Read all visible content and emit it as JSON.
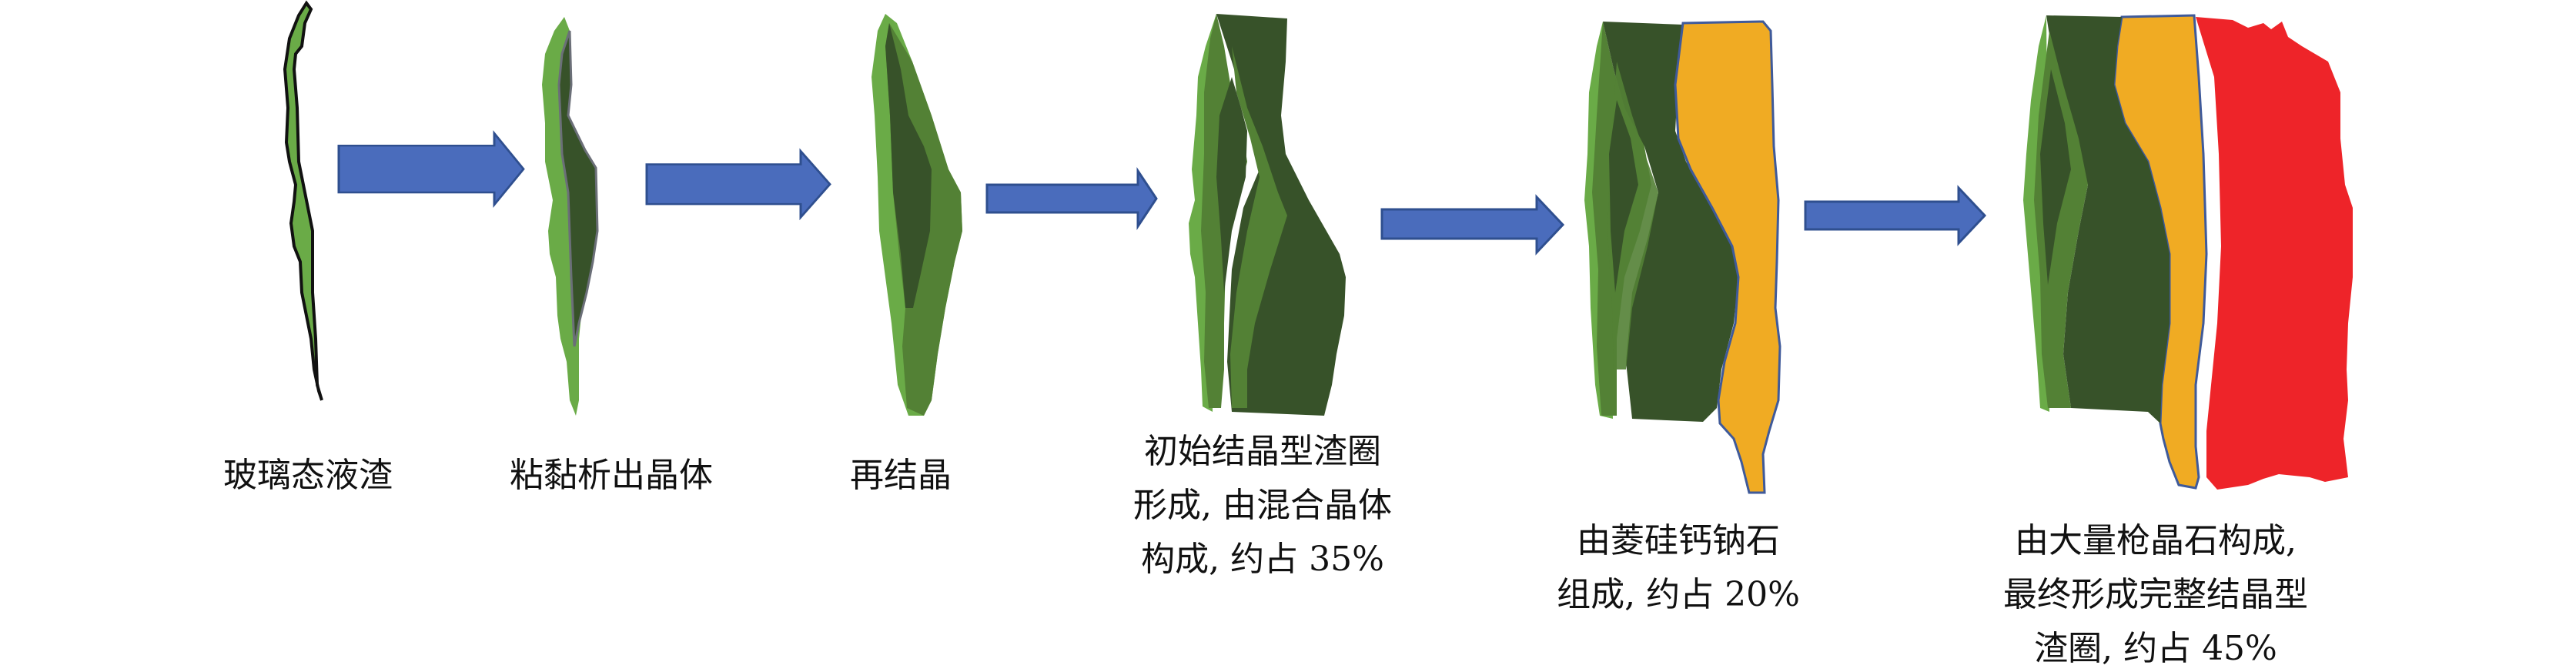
{
  "colors": {
    "glass_green": "#6aab47",
    "mixed_crystal_mid": "#538135",
    "mixed_crystal_dark": "#375229",
    "nepheline_orange": "#f0ab23",
    "leucite_red": "#ee2429",
    "arrow_blue": "#4a6cbc"
  },
  "stages": [
    {
      "lines": [
        "玻璃态液渣"
      ]
    },
    {
      "lines": [
        "粘黏析出晶体"
      ]
    },
    {
      "lines": [
        "再结晶"
      ]
    },
    {
      "lines": [
        "初始结晶型渣圈",
        "形成, 由混合晶体",
        "构成, 约占 35%"
      ]
    },
    {
      "lines": [
        "由菱硅钙钠石",
        "组成, 约占 20%"
      ]
    },
    {
      "lines": [
        "由大量枪晶石构成,",
        "最终形成完整结晶型",
        "渣圈, 约占 45%"
      ]
    }
  ],
  "proportions_percent": {
    "mixed_crystal": 35,
    "nepheline_like": 20,
    "cuspidine": 45
  }
}
